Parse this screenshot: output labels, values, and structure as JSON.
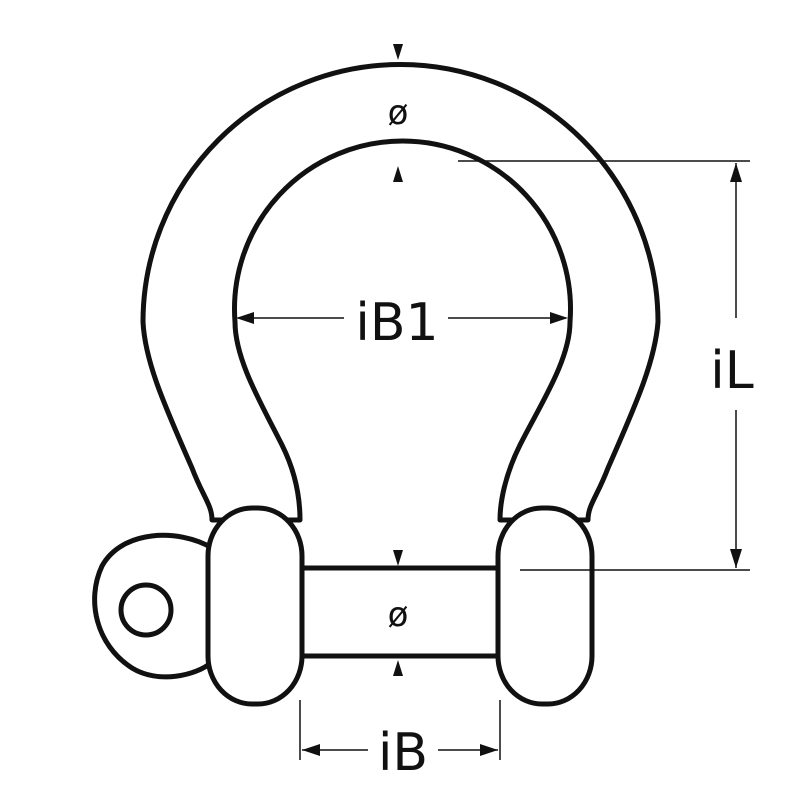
{
  "labels": {
    "top_diameter": "ø",
    "inner_width_top": "iB1",
    "inner_length": "iL",
    "pin_diameter": "ø",
    "inner_width": "iB"
  },
  "colors": {
    "line": "#111111",
    "background": "#ffffff"
  }
}
